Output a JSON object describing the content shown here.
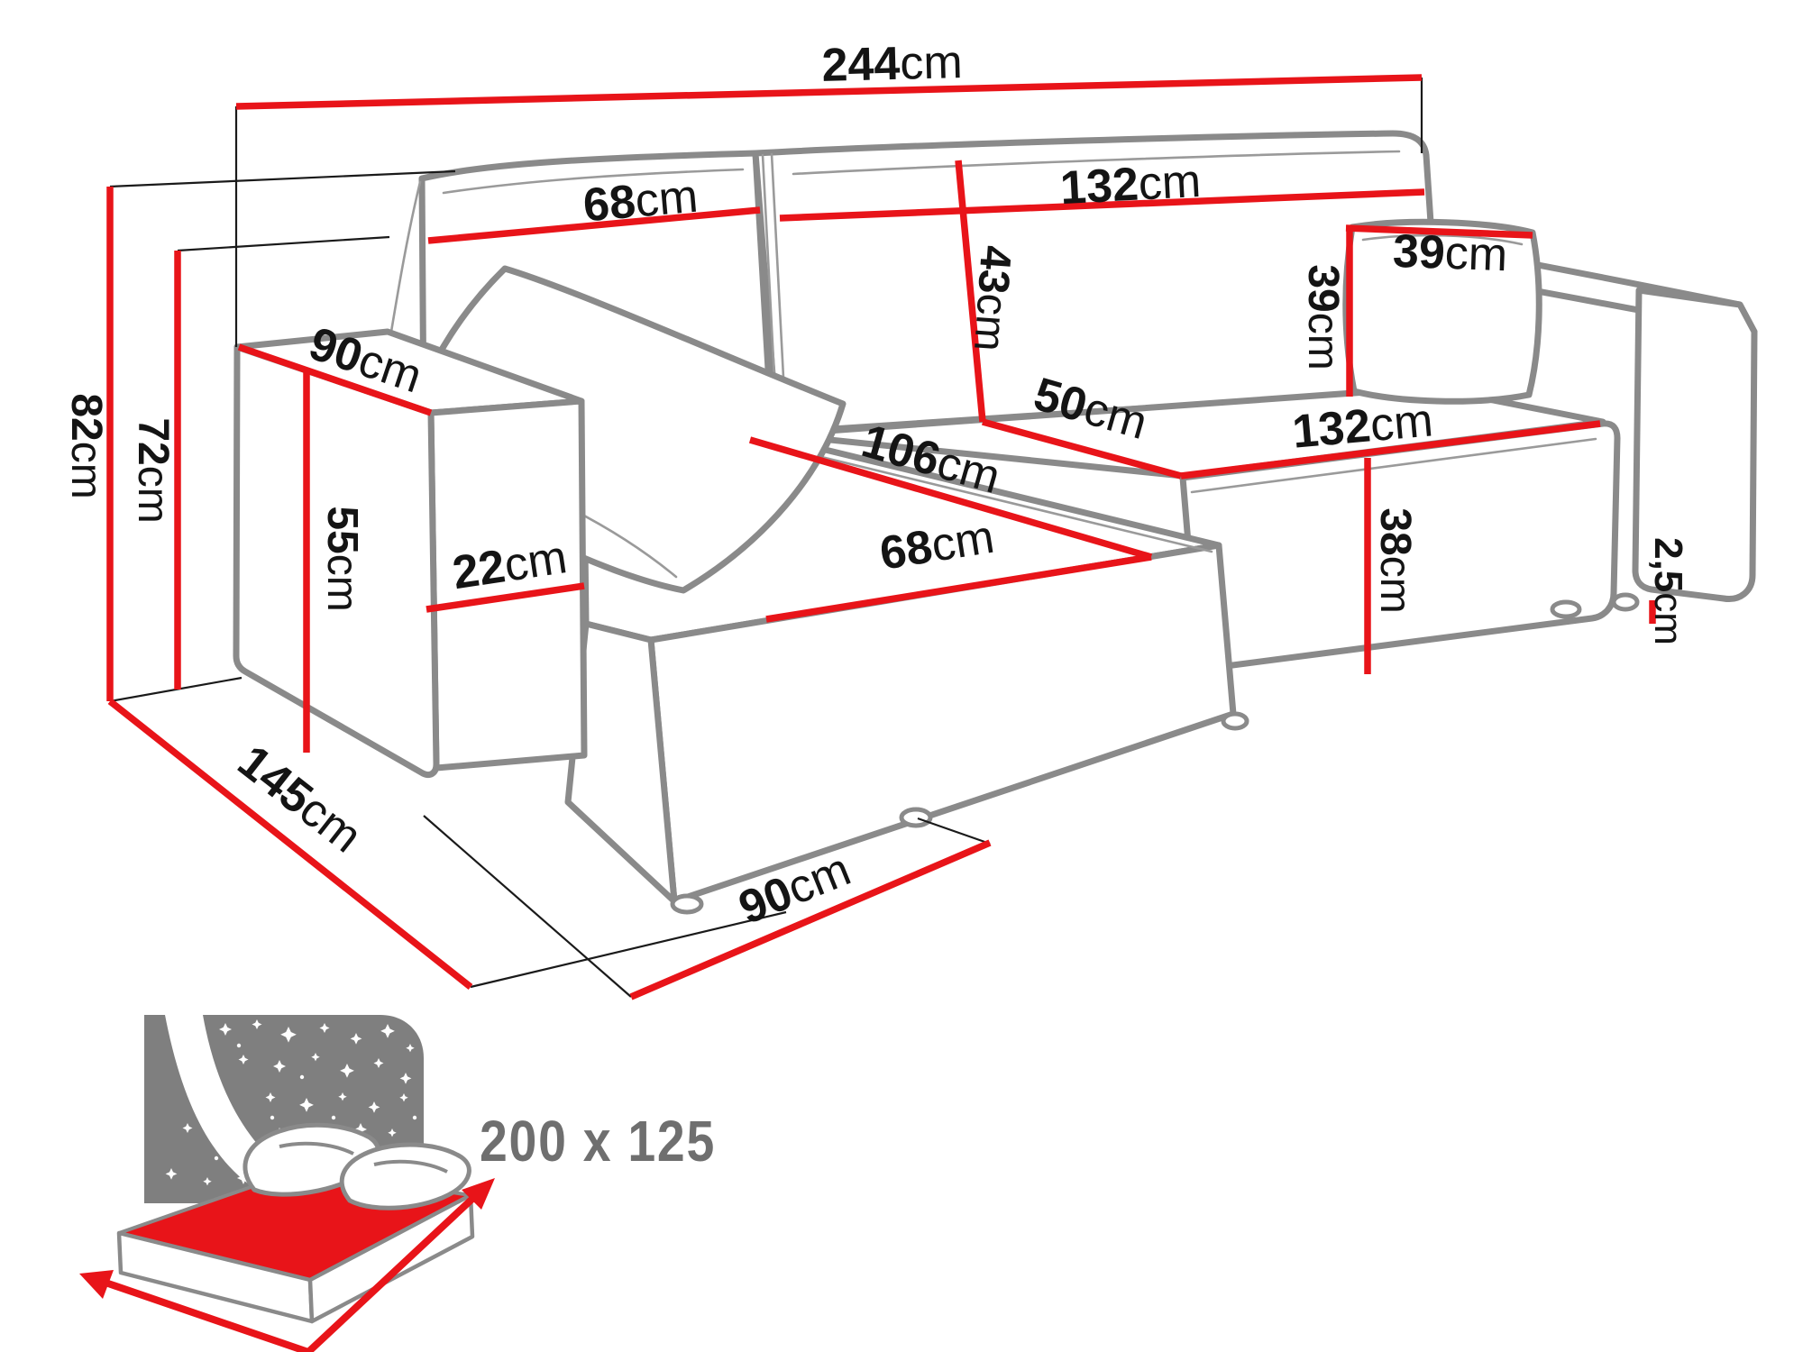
{
  "title": "Corner sofa-bed dimension diagram",
  "colors": {
    "dimension_red": "#e81419",
    "sofa_outline": "#8a8a8a",
    "label_text": "#141414",
    "icon_gray": "#7f7f7f",
    "icon_text_gray": "#6f6f6f",
    "background": "#ffffff"
  },
  "dimensions": {
    "total_width": {
      "value": "244",
      "unit": "cm"
    },
    "backrest_left_width": {
      "value": "68",
      "unit": "cm"
    },
    "backrest_right_width": {
      "value": "132",
      "unit": "cm"
    },
    "backrest_cushion_height": {
      "value": "43",
      "unit": "cm"
    },
    "seat_depth": {
      "value": "50",
      "unit": "cm"
    },
    "seat_front_width": {
      "value": "132",
      "unit": "cm"
    },
    "pillow_width": {
      "value": "39",
      "unit": "cm"
    },
    "pillow_height": {
      "value": "39",
      "unit": "cm"
    },
    "armrest_depth": {
      "value": "90",
      "unit": "cm"
    },
    "armrest_height": {
      "value": "55",
      "unit": "cm"
    },
    "armrest_width": {
      "value": "22",
      "unit": "cm"
    },
    "total_height": {
      "value": "82",
      "unit": "cm"
    },
    "backrest_height": {
      "value": "72",
      "unit": "cm"
    },
    "total_depth": {
      "value": "145",
      "unit": "cm"
    },
    "chaise_diagonal": {
      "value": "106",
      "unit": "cm"
    },
    "chaise_seat_width": {
      "value": "68",
      "unit": "cm"
    },
    "chaise_length": {
      "value": "90",
      "unit": "cm"
    },
    "seat_height": {
      "value": "38",
      "unit": "cm"
    },
    "leg_height": {
      "value": "2,5",
      "unit": "cm"
    }
  },
  "sleeping_area": {
    "label": "200 x 125"
  }
}
